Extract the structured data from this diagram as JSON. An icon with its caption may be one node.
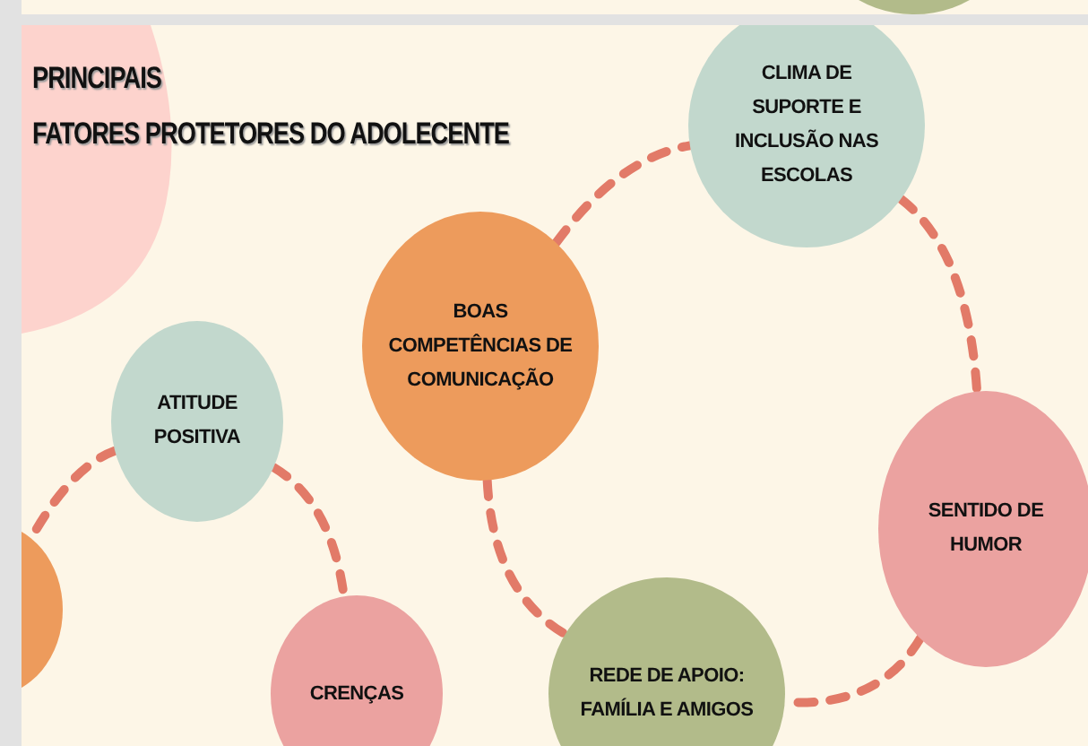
{
  "diagram": {
    "title": "PRINCIPAIS FATORES PROTETORES DO ADOLECENTE",
    "nodes": [
      {
        "text": [
          "CLIMA DE SUPORTE E INCLUSÃO NAS ESCOLAS"
        ]
      },
      {
        "text": [
          "BOAS COMPETÊNCIAS DE COMUNICAÇÃO"
        ]
      },
      {
        "text": [
          "ATITUDE POSITIVA"
        ]
      },
      {
        "text": [
          "SENTIDO DE HUMOR"
        ]
      },
      {
        "text": [],
        "shape": "circle"
      },
      {
        "text": [
          "CRENÇAS"
        ]
      },
      {
        "text": [
          "REDE DE APOIO: FAMÍLIA E AMIGOS"
        ]
      }
    ],
    "edges": [
      {
        "from": 1,
        "to": 0,
        "arrow": "none",
        "style": "dashed"
      },
      {
        "from": 0,
        "to": 3,
        "arrow": "none",
        "style": "dashed"
      },
      {
        "from": 3,
        "to": 6,
        "arrow": "none",
        "style": "dashed"
      },
      {
        "from": 1,
        "to": 6,
        "arrow": "none",
        "style": "dashed"
      },
      {
        "from": 2,
        "to": 5,
        "arrow": "none",
        "style": "dashed"
      },
      {
        "from": 2,
        "to": 4,
        "arrow": "none",
        "style": "dashed"
      }
    ]
  }
}
